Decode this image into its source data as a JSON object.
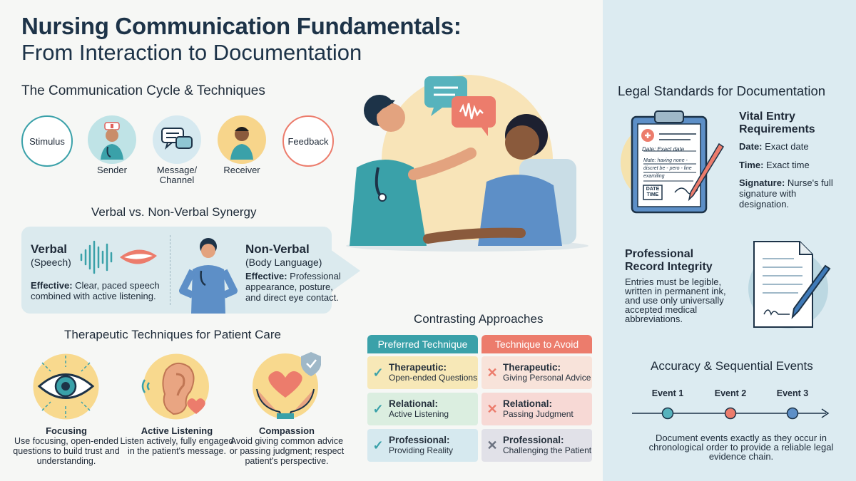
{
  "title": {
    "line1": "Nursing Communication Fundamentals:",
    "line2": "From Interaction to Documentation"
  },
  "cycle": {
    "heading": "The Communication Cycle & Techniques",
    "stimulus": "Stimulus",
    "sender": "Sender",
    "message": "Message/ Channel",
    "receiver": "Receiver",
    "feedback": "Feedback"
  },
  "synergy": {
    "heading": "Verbal vs. Non-Verbal Synergy",
    "verbal_title": "Verbal",
    "verbal_sub": "(Speech)",
    "verbal_eff_label": "Effective:",
    "verbal_eff_text": " Clear, paced speech combined with active listening.",
    "nonverbal_title": "Non-Verbal",
    "nonverbal_sub": "(Body Language)",
    "nonverbal_eff_label": "Effective:",
    "nonverbal_eff_text": " Professional appearance, posture, and direct eye contact."
  },
  "therapeutic": {
    "heading": "Therapeutic Techniques for Patient Care",
    "items": [
      {
        "title": "Focusing",
        "desc": "Use focusing, open-ended questions to build trust and understanding."
      },
      {
        "title": "Active Listening",
        "desc": "Listen actively, fully engaged in the patient's message."
      },
      {
        "title": "Compassion",
        "desc": "Avoid giving common advice or passing judgment; respect patient's perspective."
      }
    ]
  },
  "contrast": {
    "heading": "Contrasting Approaches",
    "preferred_header": "Preferred Technique",
    "avoid_header": "Technique to Avoid",
    "rows": [
      {
        "p_label": "Therapeutic:",
        "p_text": "Open-ended Questions",
        "a_label": "Therapeutic:",
        "a_text": "Giving Personal Advice"
      },
      {
        "p_label": "Relational:",
        "p_text": "Active Listening",
        "a_label": "Relational:",
        "a_text": "Passing Judgment"
      },
      {
        "p_label": "Professional:",
        "p_text": "Providing Reality",
        "a_label": "Professional:",
        "a_text": "Challenging the Patient"
      }
    ]
  },
  "legal": {
    "heading": "Legal Standards for Documentation",
    "vital_heading": "Vital Entry Requirements",
    "date_label": "Date:",
    "date_text": " Exact date",
    "time_label": "Time:",
    "time_text": " Exact time",
    "sig_label": "Signature:",
    "sig_text": " Nurse's full signature with designation.",
    "clip_date_line": "Date: Exact date",
    "clip_notes": "Mate: having none - discret be - pero - line examiling",
    "clip_stamp": "DATE TIME",
    "integrity_heading": "Professional Record Integrity",
    "integrity_text": "Entries must be legible, written in permanent ink, and use only universally accepted medical abbreviations."
  },
  "sequence": {
    "heading": "Accuracy & Sequential Events",
    "events": [
      "Event 1",
      "Event 2",
      "Event 3"
    ],
    "desc": "Document events exactly as they occur in chronological order to provide a reliable legal evidence chain."
  },
  "colors": {
    "teal": "#3aa1a9",
    "coral": "#ec7c6c",
    "navy": "#1d3348",
    "panel": "#dcebf1"
  }
}
